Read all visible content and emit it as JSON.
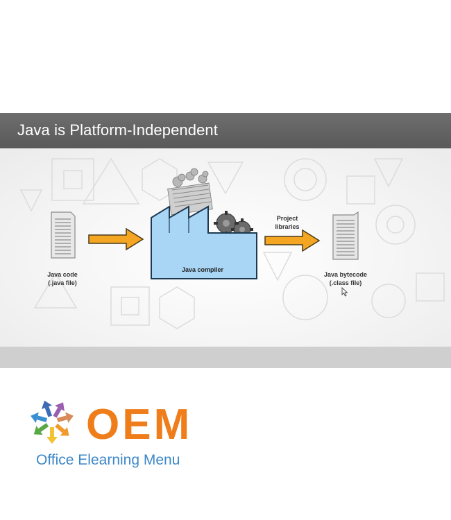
{
  "slide": {
    "title": "Java is Platform-Independent",
    "java_code_caption": [
      "Java code",
      "(.java file)"
    ],
    "compiler_label": "Java compiler",
    "libraries_caption": [
      "Project",
      "libraries"
    ],
    "bytecode_caption": [
      "Java bytecode",
      "(.class file)"
    ]
  },
  "brand": {
    "name": "OEM",
    "tagline": "Office Elearning Menu"
  },
  "colors": {
    "arrow": "#f4a623",
    "factory": "#a9d6f5",
    "brand_orange": "#ef7d1a",
    "brand_blue": "#3c87c9"
  }
}
